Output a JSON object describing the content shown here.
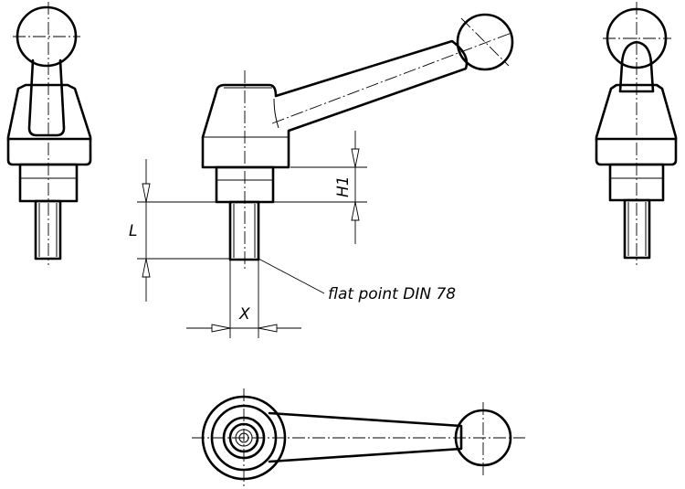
{
  "labels": {
    "L": "L",
    "H1": "H1",
    "X": "X",
    "thread_note": "flat point DIN 78"
  }
}
